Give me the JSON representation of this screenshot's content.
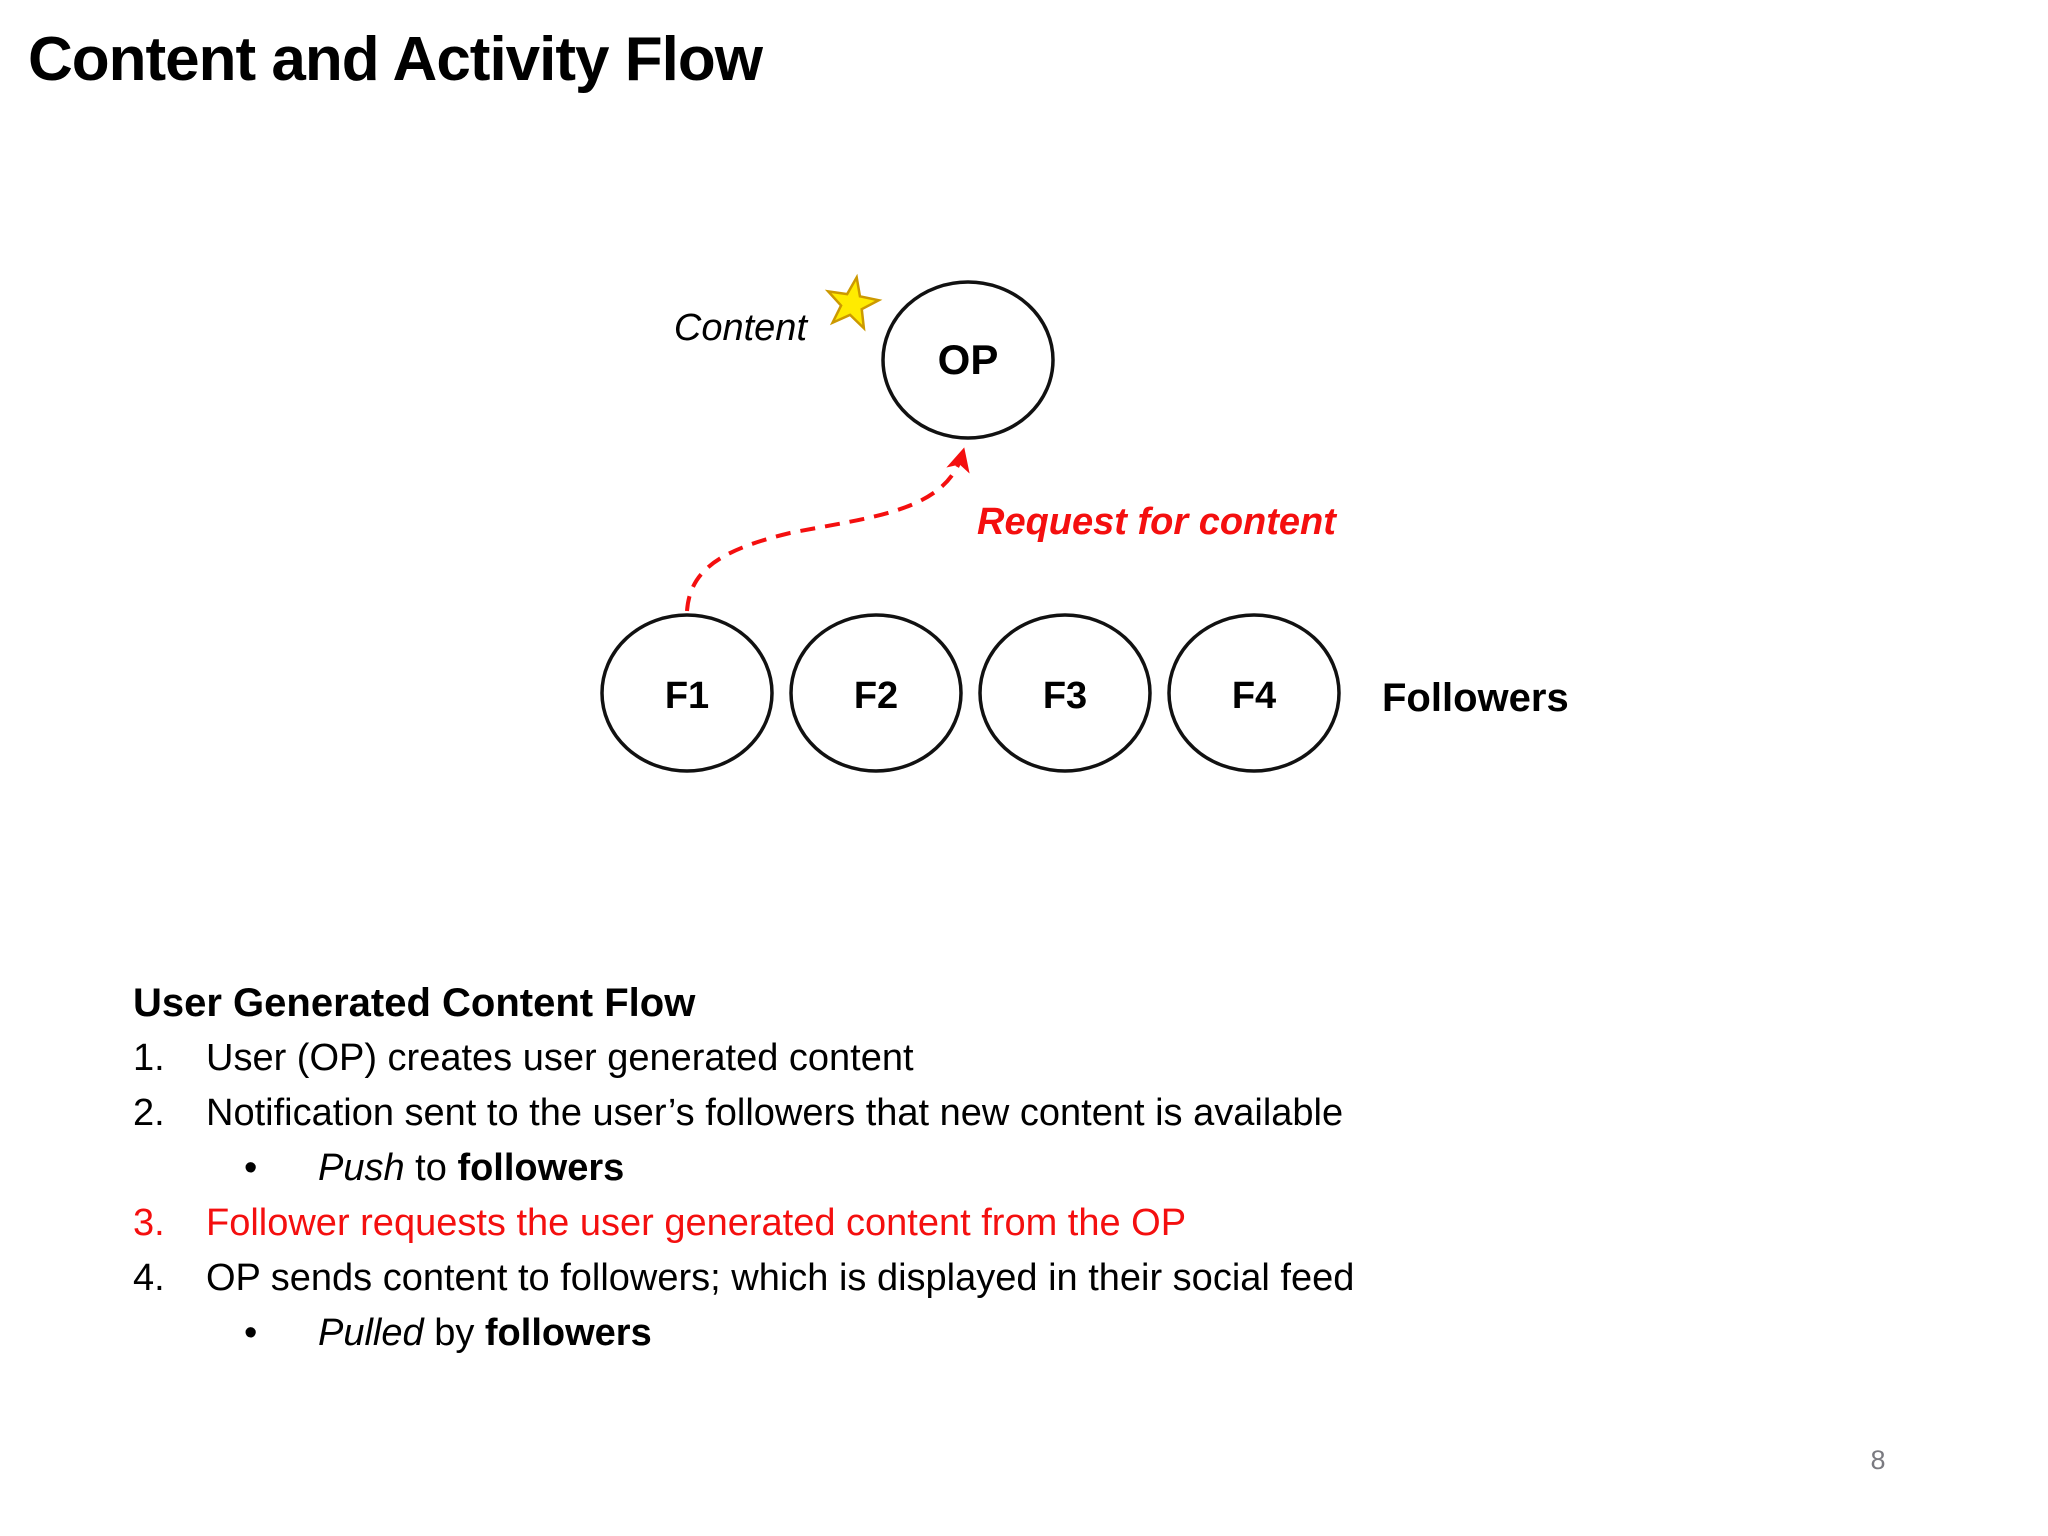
{
  "slide": {
    "title": "Content and Activity Flow",
    "page_number": "8",
    "background_color": "#ffffff"
  },
  "diagram": {
    "content_label": "Content",
    "op_label": "OP",
    "request_label": "Request for content",
    "followers_label": "Followers",
    "follower_nodes": [
      "F1",
      "F2",
      "F3",
      "F4"
    ],
    "colors": {
      "node_stroke": "#111111",
      "arrow_red": "#f40f0f",
      "star_fill": "#ffeb00",
      "star_stroke": "#cc9900"
    }
  },
  "notes": {
    "heading": "User Generated Content Flow",
    "bullet_glyph": "•",
    "items": [
      {
        "num": "1.",
        "text": "User (OP) creates user generated content"
      },
      {
        "num": "2.",
        "text": "Notification sent to the user’s followers that new content is available"
      },
      {
        "num": "3.",
        "text": "Follower requests the user generated content from the OP"
      },
      {
        "num": "4.",
        "text": "OP sends content to followers; which is displayed in their social feed"
      }
    ],
    "bullets": [
      {
        "lead": "Push",
        "mid": " to ",
        "strong": "followers"
      },
      {
        "lead": "Pulled",
        "mid": " by ",
        "strong": "followers"
      }
    ]
  }
}
